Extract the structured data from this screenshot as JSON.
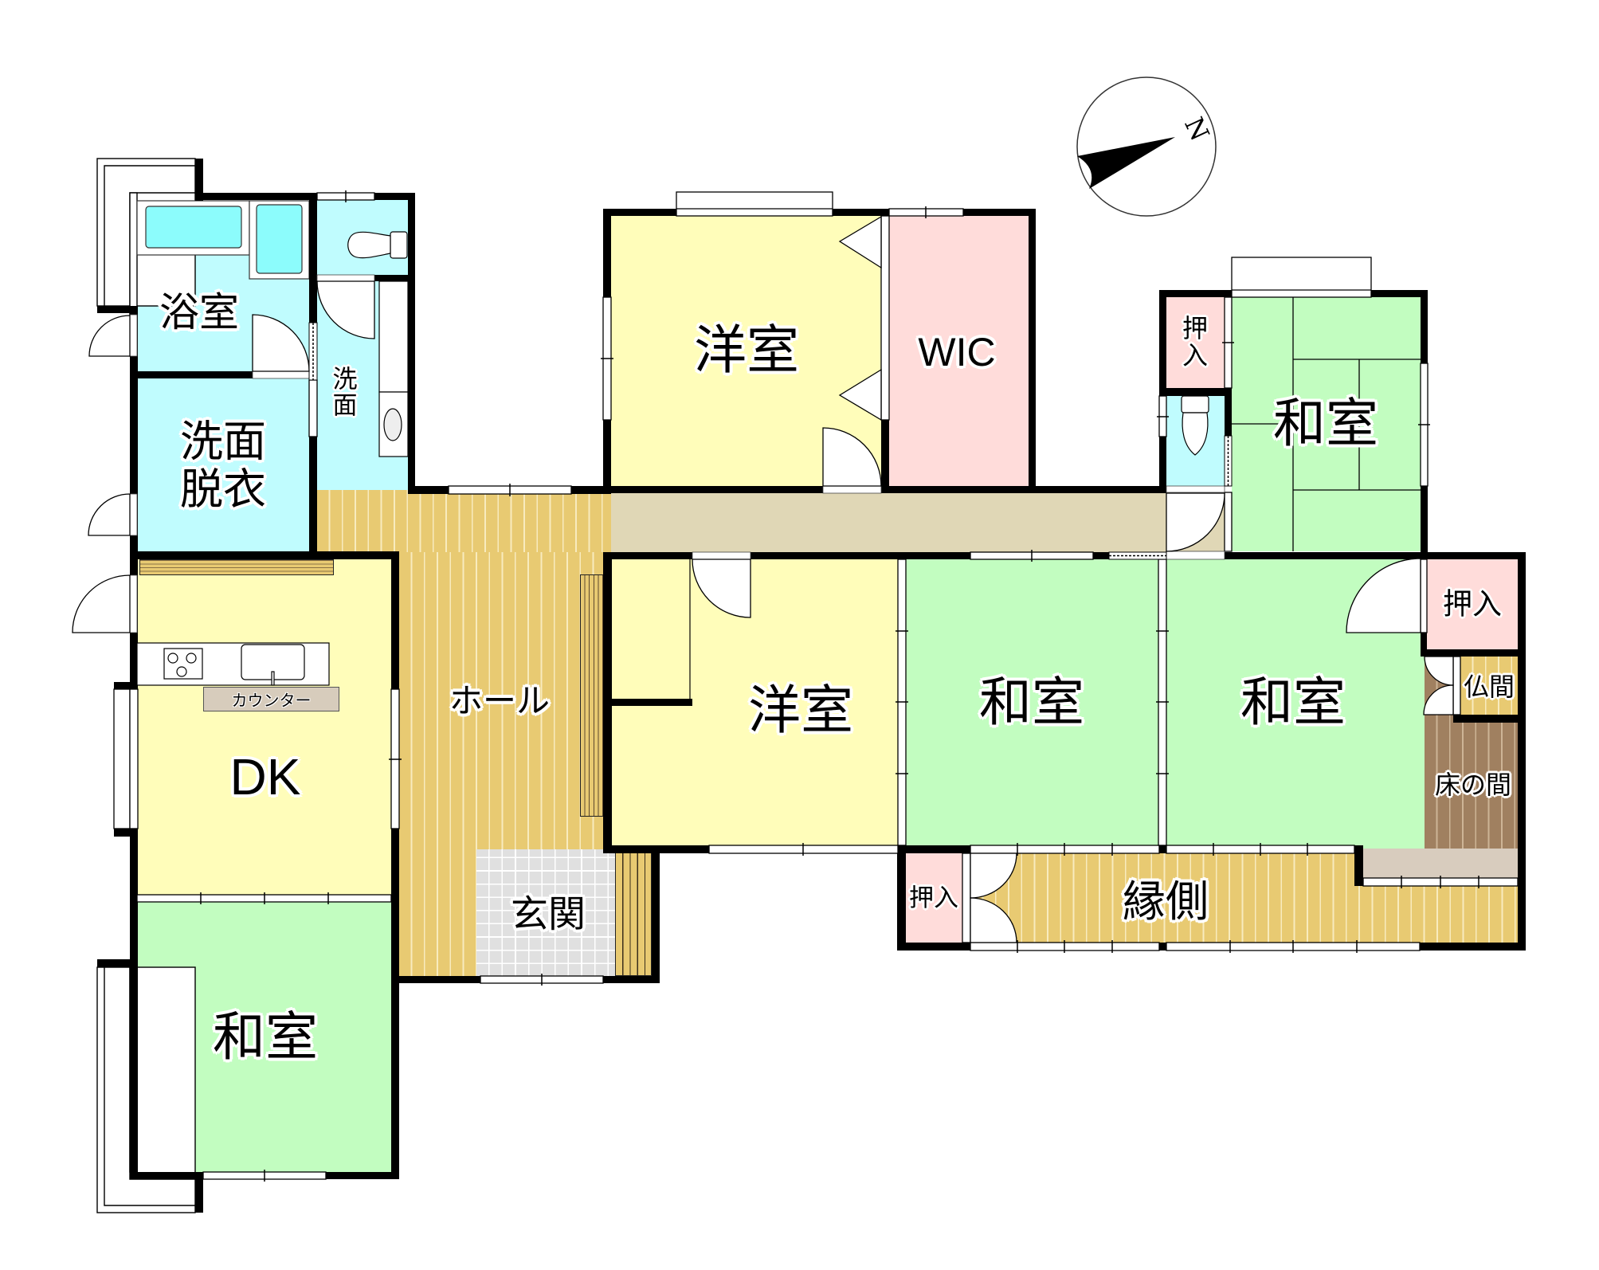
{
  "floor_plan": {
    "compass": {
      "north_label": "N"
    },
    "rooms": {
      "bath": {
        "label": "浴室"
      },
      "washroom": {
        "chars": [
          "洗",
          "面"
        ]
      },
      "dressing_room": {
        "lines": [
          "洗面",
          "脱衣"
        ]
      },
      "kitchen_counter": {
        "label": "カウンター"
      },
      "dining_kitchen": {
        "label": "DK"
      },
      "japanese_room_southwest": {
        "label": "和室"
      },
      "hall": {
        "label": "ホール"
      },
      "entrance": {
        "label": "玄関"
      },
      "western_room_north": {
        "label": "洋室"
      },
      "walk_in_closet": {
        "label": "WIC"
      },
      "closet_north": {
        "chars": [
          "押",
          "入"
        ]
      },
      "japanese_room_northeast": {
        "label": "和室"
      },
      "western_room_center": {
        "label": "洋室"
      },
      "japanese_room_center": {
        "label": "和室"
      },
      "japanese_room_east": {
        "label": "和室"
      },
      "closet_east": {
        "label": "押入"
      },
      "butsuma": {
        "label": "仏間"
      },
      "tokonoma": {
        "label": "床の間"
      },
      "closet_south": {
        "label": "押入"
      },
      "engawa": {
        "label": "縁側"
      }
    },
    "colors": {
      "wall": "#000000",
      "wet_area": "#C0FCFE",
      "western_room": "#FFFDBA",
      "japanese_room": "#C2FDC0",
      "storage": "#FFDCDA",
      "wood_floor": "#E8CA72",
      "corridor": "#E0D7B6",
      "tokonoma_floor": "#A08060",
      "entrance_tile": "#E0E0E0",
      "counter": "#D7CCBC"
    }
  }
}
